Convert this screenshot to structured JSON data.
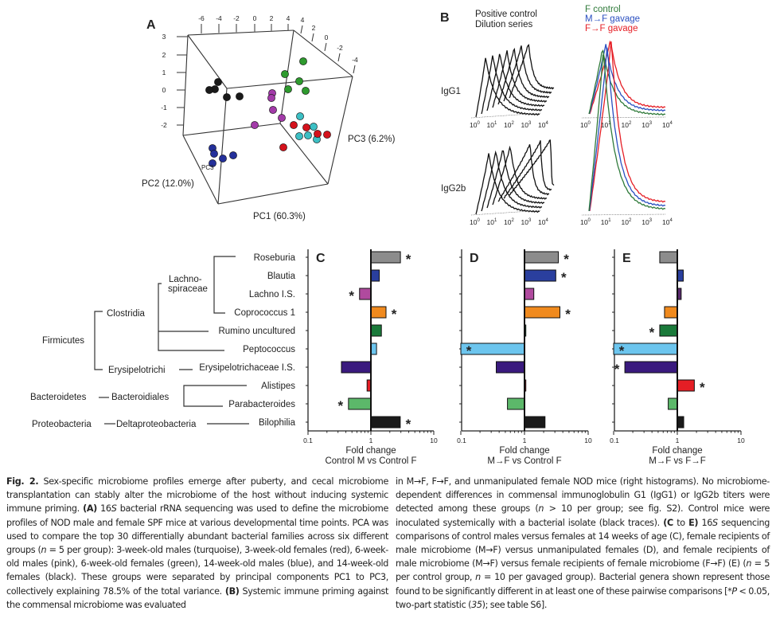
{
  "panel_a": {
    "letter": "A",
    "axis_pc1_label": "PC1 (60.3%)",
    "axis_pc2_label": "PC2 (12.0%)",
    "axis_pc3_label": "PC3 (6.2%)",
    "pc3_inner_label": "PC3",
    "left_ticks": [
      "3",
      "2",
      "1",
      "0",
      "-1",
      "-2"
    ],
    "top_ticks": [
      "-6",
      "-4",
      "-2",
      "0",
      "2",
      "4"
    ],
    "right_ticks": [
      "4",
      "2",
      "0",
      "-2",
      "-4"
    ],
    "group_colors": {
      "black": "#1a1a1a",
      "green": "#2e9a2e",
      "pink": "#a23aa8",
      "turquoise": "#3cbfc4",
      "red": "#d4121c",
      "blue": "#24309a"
    }
  },
  "panel_b": {
    "letter": "B",
    "left_title_line1": "Positive control",
    "left_title_line2": "Dilution series",
    "legend": [
      {
        "label": "F control",
        "color": "#2f7a3a"
      },
      {
        "label": "M→F gavage",
        "color": "#2a4fc0"
      },
      {
        "label": "F→F gavage",
        "color": "#e51e25"
      }
    ],
    "rows": [
      "IgG1",
      "IgG2b"
    ],
    "ticks": [
      {
        "base": "10",
        "exp": "0"
      },
      {
        "base": "10",
        "exp": "1"
      },
      {
        "base": "10",
        "exp": "2"
      },
      {
        "base": "10",
        "exp": "3"
      },
      {
        "base": "10",
        "exp": "4"
      }
    ]
  },
  "tree": {
    "phyla": [
      "Firmicutes",
      "Bacteroidetes",
      "Proteobacteria"
    ],
    "classes": [
      "Clostridia",
      "Erysipelotrichi",
      "Bacteroidiales",
      "Deltaproteobacteria"
    ],
    "family_line1": "Lachno-",
    "family_line2": "spiraceae"
  },
  "chart_data": [
    {
      "type": "bar",
      "orientation": "horizontal",
      "letter": "C",
      "xscale": "log",
      "xlim": [
        0.1,
        10
      ],
      "baseline": 1,
      "xticks": [
        "0.1",
        "1",
        "10"
      ],
      "xlabel": "Fold change",
      "xlabel2": "Control M vs Control F",
      "categories": [
        "Roseburia",
        "Blautia",
        "Lachno I.S.",
        "Coprococcus 1",
        "Rumino uncultured",
        "Peptococcus",
        "Erysipelotrichaceae I.S.",
        "Alistipes",
        "Parabacteroides",
        "Bilophilia"
      ],
      "values": [
        2.95,
        1.36,
        0.66,
        1.74,
        1.47,
        1.23,
        0.34,
        0.87,
        0.44,
        2.93
      ],
      "significant": [
        true,
        false,
        true,
        true,
        false,
        false,
        false,
        false,
        true,
        true
      ],
      "colors": [
        "#8c8c8c",
        "#2a3f9e",
        "#b04a9e",
        "#f08a1e",
        "#1a7a3a",
        "#6cc5ee",
        "#3a1a7e",
        "#e51e25",
        "#5cb86a",
        "#1a1a1a"
      ]
    },
    {
      "type": "bar",
      "orientation": "horizontal",
      "letter": "D",
      "xscale": "log",
      "xlim": [
        0.1,
        10
      ],
      "baseline": 1,
      "xticks": [
        "0.1",
        "1",
        "10"
      ],
      "xlabel": "Fold change",
      "xlabel2": "M→F vs Control F",
      "categories": [
        "Roseburia",
        "Blautia",
        "Lachno I.S.",
        "Coprococcus 1",
        "Rumino uncultured",
        "Peptococcus",
        "Erysipelotrichaceae I.S.",
        "Alistipes",
        "Parabacteroides",
        "Bilophilia"
      ],
      "values": [
        3.4,
        3.1,
        1.4,
        3.6,
        1.05,
        0.1,
        0.36,
        1.05,
        0.54,
        2.1
      ],
      "significant": [
        true,
        true,
        false,
        true,
        false,
        true,
        false,
        false,
        false,
        false
      ],
      "colors": [
        "#8c8c8c",
        "#2a3f9e",
        "#b04a9e",
        "#f08a1e",
        "#1a7a3a",
        "#6cc5ee",
        "#3a1a7e",
        "#e51e25",
        "#5cb86a",
        "#1a1a1a"
      ]
    },
    {
      "type": "bar",
      "orientation": "horizontal",
      "letter": "E",
      "xscale": "log",
      "xlim": [
        0.1,
        10
      ],
      "baseline": 1,
      "xticks": [
        "0.1",
        "1",
        "10"
      ],
      "xlabel": "Fold change",
      "xlabel2": "M→F vs F→F",
      "categories": [
        "Roseburia",
        "Blautia",
        "Lachno I.S.",
        "Coprococcus 1",
        "Rumino uncultured",
        "Peptococcus",
        "Erysipelotrichaceae I.S.",
        "Alistipes",
        "Parabacteroides",
        "Bilophilia"
      ],
      "values": [
        0.53,
        1.24,
        1.15,
        0.63,
        0.53,
        0.1,
        0.15,
        1.85,
        0.72,
        1.26
      ],
      "significant": [
        false,
        false,
        false,
        false,
        true,
        true,
        true,
        true,
        false,
        false
      ],
      "colors": [
        "#8c8c8c",
        "#2a3f9e",
        "#5a2a6e",
        "#f08a1e",
        "#1a7a3a",
        "#6cc5ee",
        "#3a1a7e",
        "#e51e25",
        "#5cb86a",
        "#1a1a1a"
      ]
    }
  ],
  "star": "*",
  "caption": {
    "left": [
      {
        "t": "Fig. 2.",
        "s": "b"
      },
      {
        "t": " Sex-specific microbiome profiles emerge after puberty, and cecal microbiome transplantation can stably alter the microbiome of the host without inducing systemic immune priming. "
      },
      {
        "t": "(A)",
        "s": "b"
      },
      {
        "t": " 16"
      },
      {
        "t": "S",
        "s": "i"
      },
      {
        "t": " bacterial rRNA sequencing was used to define the microbiome profiles of NOD male and female SPF mice at various developmental time points. PCA was used to compare the top 30 differentially abundant bacterial families across six different groups ("
      },
      {
        "t": "n",
        "s": "i"
      },
      {
        "t": " = 5 per group): 3-week-old males (turquoise), 3-week-old females (red), 6-week-old males (pink), 6-week-old females (green), 14-week-old males (blue), and 14-week-old females (black). These groups were separated by principal components PC1 to PC3, collectively explaining 78.5% of the total variance. "
      },
      {
        "t": "(B)",
        "s": "b"
      },
      {
        "t": " Systemic immune priming against the commensal microbiome was evaluated"
      }
    ],
    "right": [
      {
        "t": "in M→F, F→F, and unmanipulated female NOD mice (right histograms). No microbiome-dependent differences in commensal immunoglobulin G1 (IgG1) or IgG2b titers were detected among these groups ("
      },
      {
        "t": "n",
        "s": "i"
      },
      {
        "t": " > 10 per group; see fig. S2). Control mice were inoculated systemically with a bacterial isolate (black traces). "
      },
      {
        "t": "(C",
        "s": "b"
      },
      {
        "t": " to "
      },
      {
        "t": "E)",
        "s": "b"
      },
      {
        "t": " 16"
      },
      {
        "t": "S",
        "s": "i"
      },
      {
        "t": " sequencing comparisons of control males versus females at 14 weeks of age (C), female recipients of male microbiome (M→F) versus unmanipulated females (D), and female recipients of male microbiome (M→F) versus female recipients of female microbiome (F→F) (E) ("
      },
      {
        "t": "n",
        "s": "i"
      },
      {
        "t": " = 5 per control group, "
      },
      {
        "t": "n",
        "s": "i"
      },
      {
        "t": " = 10 per gavaged group). Bacterial genera shown represent those found to be significantly different in at least one of these pairwise comparisons [*"
      },
      {
        "t": "P",
        "s": "i"
      },
      {
        "t": " < 0.05, two-part statistic ("
      },
      {
        "t": "35",
        "s": "i"
      },
      {
        "t": "); see table S6]."
      }
    ]
  }
}
